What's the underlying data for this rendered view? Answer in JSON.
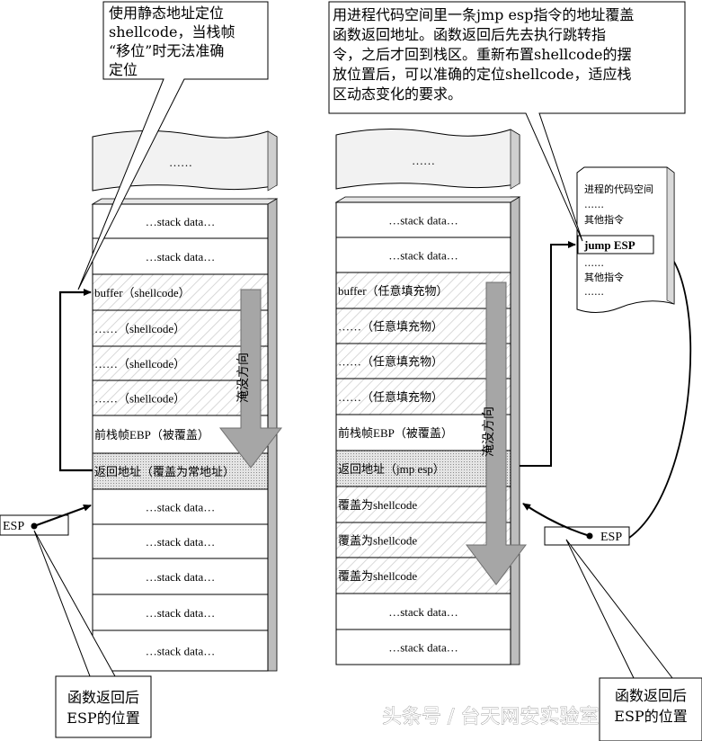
{
  "callouts": {
    "left_top": [
      "使用静态地址定位",
      "shellcode，当栈帧",
      "“移位”时无法准确",
      "定位"
    ],
    "right_top": [
      "用进程代码空间里一条jmp esp指令的地址覆盖",
      "函数返回地址。函数返回后先去执行跳转指",
      "令，之后才回到栈区。重新布置shellcode的摆",
      "放位置后，可以准确的定位shellcode，适应栈",
      "区动态变化的要求。"
    ],
    "left_bottom": [
      "函数返回后",
      "ESP的位置"
    ],
    "right_bottom": [
      "函数返回后",
      "ESP的位置"
    ]
  },
  "left_stack": {
    "top_ellipsis": "……",
    "rows": [
      "…stack data…",
      "…stack data…",
      "buffer（shellcode）",
      "……（shellcode）",
      "……（shellcode）",
      "……（shellcode）",
      "前栈帧EBP（被覆盖）",
      "返回地址（覆盖为常地址）",
      "…stack data…",
      "…stack data…",
      "…stack data…",
      "…stack data…",
      "…stack data…"
    ],
    "flow_label": "淹没方向",
    "esp_label": "ESP"
  },
  "right_stack": {
    "top_ellipsis": "……",
    "rows": [
      "…stack data…",
      "…stack data…",
      "buffer（任意填充物）",
      "……（任意填充物）",
      "……（任意填充物）",
      "……（任意填充物）",
      "前栈帧EBP（被覆盖）",
      "返回地址（jmp esp）",
      "覆盖为shellcode",
      "覆盖为shellcode",
      "覆盖为shellcode",
      "…stack data…",
      "…stack data…"
    ],
    "flow_label": "淹没方向",
    "esp_label": "ESP"
  },
  "code_space": {
    "lines": [
      "进程的代码空间",
      "……",
      "其他指令",
      "jump ESP",
      "……",
      "其他指令",
      "……"
    ]
  },
  "watermark": "头条号 / 台天网安实验室"
}
